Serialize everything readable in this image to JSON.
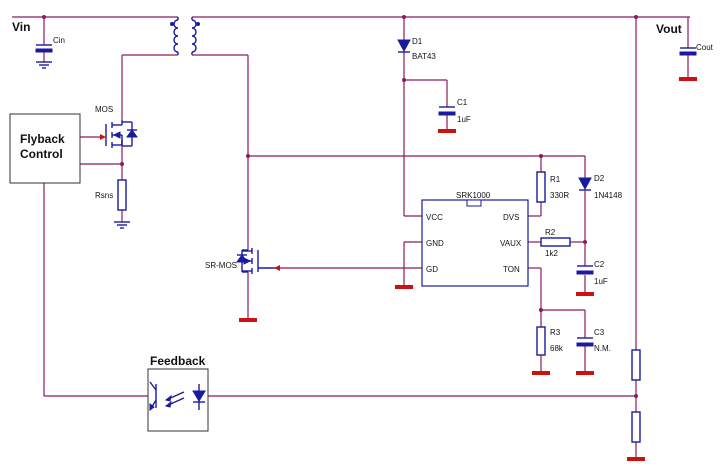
{
  "labels": {
    "vin": "Vin",
    "vout": "Vout",
    "cin": "Cin",
    "cout": "Cout",
    "mos": "MOS",
    "flyback_line1": "Flyback",
    "flyback_line2": "Control",
    "rsns": "Rsns",
    "d1": "D1",
    "d1_part": "BAT43",
    "c1": "C1",
    "c1_val": "1uF",
    "r1": "R1",
    "r1_val": "330R",
    "d2": "D2",
    "d2_part": "1N4148",
    "ic": "SRK1000",
    "pin_vcc": "VCC",
    "pin_dvs": "DVS",
    "pin_gnd": "GND",
    "pin_vaux": "VAUX",
    "pin_gd": "GD",
    "pin_ton": "TON",
    "r2": "R2",
    "r2_val": "1k2",
    "c2": "C2",
    "c2_val": "1uF",
    "srmos": "SR-MOS",
    "r3": "R3",
    "r3_val": "68k",
    "c3": "C3",
    "c3_val": "N.M.",
    "feedback": "Feedback"
  },
  "colors": {
    "wire": "#8b1a5c",
    "component": "#1a1aa0",
    "ground": "#cc1111",
    "text": "#111111"
  }
}
